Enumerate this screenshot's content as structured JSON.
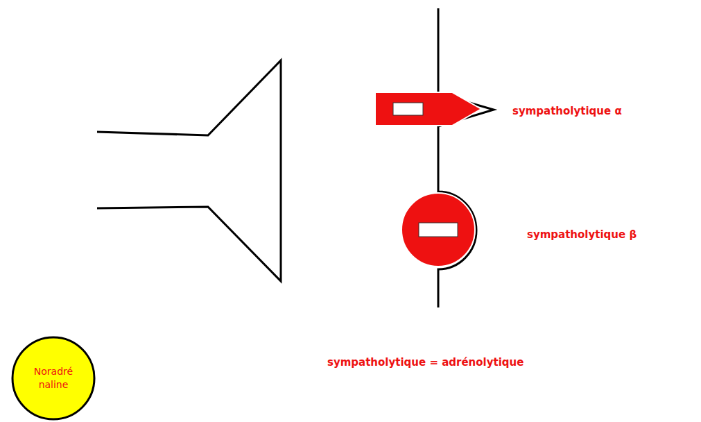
{
  "diagram": {
    "nodes": [
      {
        "text": [
          "Noradré naline"
        ]
      }
    ],
    "labels": [
      "sympatholytique α",
      "sympatholytique β",
      "sympatholytique = adrénolytique"
    ]
  }
}
